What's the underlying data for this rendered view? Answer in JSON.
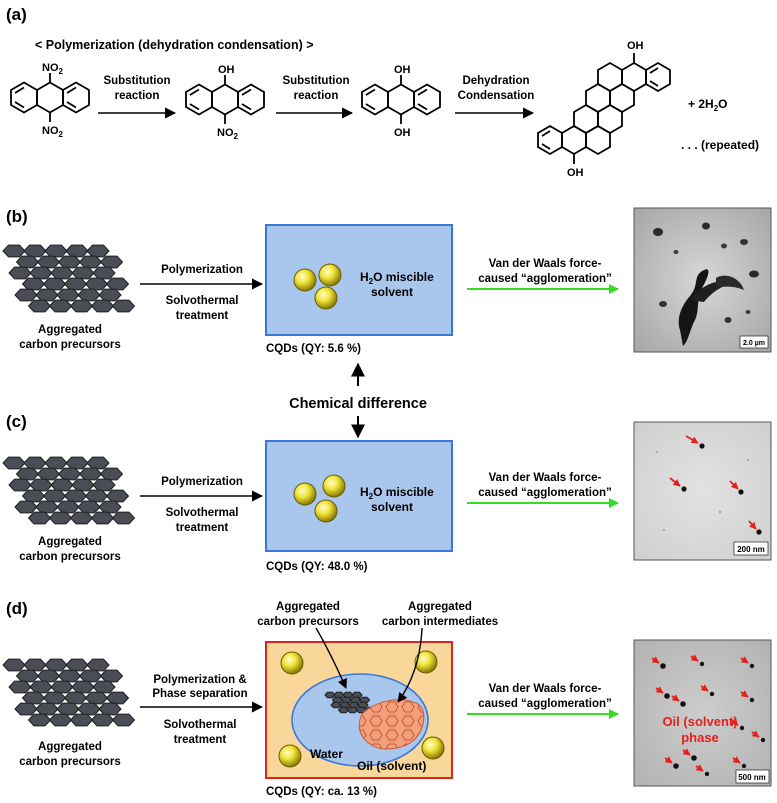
{
  "colors": {
    "box_blue_fill": "#a9c6ec",
    "box_blue_border": "#3a78d8",
    "box_orange_fill": "#f9d79b",
    "box_orange_border": "#e0231c",
    "water_fill": "#a9c6ec",
    "oil_hex_fill": "#f4a07a",
    "green_arrow": "#33dd22",
    "red_text": "#e4201b",
    "hexagon_fill": "#4a4d55"
  },
  "panel_a": {
    "letter": "(a)",
    "title": "< Polymerization (dehydration condensation) >",
    "nitro_top": "NO",
    "nitro_bottom": "NO",
    "sub": "2",
    "arrow1_l1": "Substitution",
    "arrow1_l2": "reaction",
    "oh_top_2": "OH",
    "no2_bottom_2": "NO",
    "arrow2_l1": "Substitution",
    "arrow2_l2": "reaction",
    "oh_top_3": "OH",
    "oh_bottom_3": "OH",
    "arrow3_l1": "Dehydration",
    "arrow3_l2": "Condensation",
    "oh_top_4": "OH",
    "oh_bottom_4": "OH",
    "plus_water": "+ 2H",
    "water_o": "O",
    "repeated": ". . . (repeated)"
  },
  "panel_b": {
    "letter": "(b)",
    "precursor_l1": "Aggregated",
    "precursor_l2": "carbon precursors",
    "arrow_top": "Polymerization",
    "arrow_bot_l1": "Solvothermal",
    "arrow_bot_l2": "treatment",
    "solvent_h": "H",
    "solvent_o_miscible": "O miscible",
    "solvent_l2": "solvent",
    "caption": "CQDs (QY: 5.6 %)",
    "vdw_l1": "Van der Waals force-",
    "vdw_l2": "caused “agglomeration”",
    "scale": "2.0 µm"
  },
  "middle": {
    "label": "Chemical difference"
  },
  "panel_c": {
    "letter": "(c)",
    "precursor_l1": "Aggregated",
    "precursor_l2": "carbon precursors",
    "arrow_top": "Polymerization",
    "arrow_bot_l1": "Solvothermal",
    "arrow_bot_l2": "treatment",
    "solvent_h": "H",
    "solvent_o_miscible": "O miscible",
    "solvent_l2": "solvent",
    "caption": "CQDs (QY: 48.0 %)",
    "vdw_l1": "Van der Waals force-",
    "vdw_l2": "caused “agglomeration”",
    "scale": "200 nm"
  },
  "panel_d": {
    "letter": "(d)",
    "precursor_l1": "Aggregated",
    "precursor_l2": "carbon precursors",
    "arrow_top_l1": "Polymerization &",
    "arrow_top_l2": "Phase separation",
    "arrow_bot_l1": "Solvothermal",
    "arrow_bot_l2": "treatment",
    "inner_prec_l1": "Aggregated",
    "inner_prec_l2": "carbon precursors",
    "inner_int_l1": "Aggregated",
    "inner_int_l2": "carbon intermediates",
    "water": "Water",
    "oil": "Oil (solvent)",
    "caption": "CQDs (QY: ca. 13 %)",
    "vdw_l1": "Van der Waals force-",
    "vdw_l2": "caused “agglomeration”",
    "phase_l1": "Oil (solvent)",
    "phase_l2": "phase",
    "scale": "500 nm"
  }
}
